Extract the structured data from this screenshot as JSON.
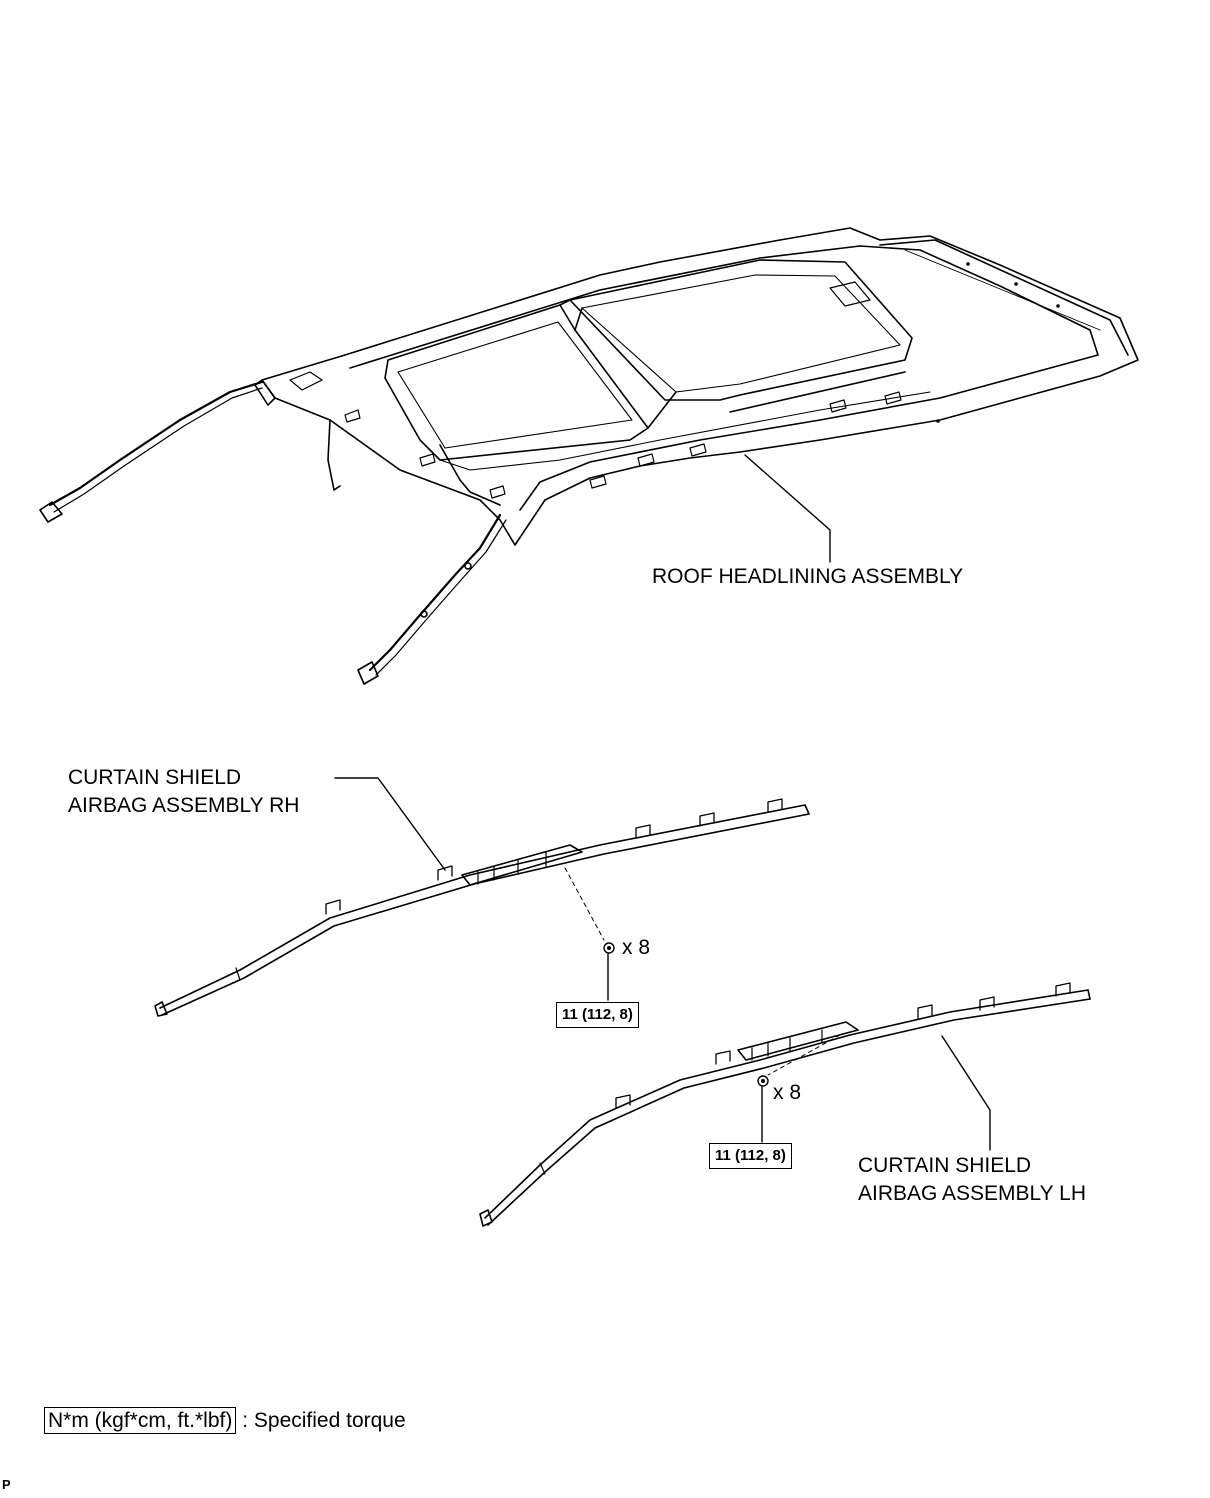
{
  "parts": {
    "roof_headlining": "ROOF HEADLINING ASSEMBLY",
    "curtain_rh_line1": "CURTAIN SHIELD",
    "curtain_rh_line2": "AIRBAG ASSEMBLY RH",
    "curtain_lh_line1": "CURTAIN SHIELD",
    "curtain_lh_line2": "AIRBAG ASSEMBLY LH"
  },
  "fasteners": {
    "rh": {
      "quantity": "x 8",
      "torque": "11 (112, 8)"
    },
    "lh": {
      "quantity": "x 8",
      "torque": "11 (112, 8)"
    }
  },
  "legend": {
    "unit": "N*m (kgf*cm, ft.*lbf)",
    "separator": ":",
    "description": "Specified torque"
  },
  "corner_mark": "P"
}
